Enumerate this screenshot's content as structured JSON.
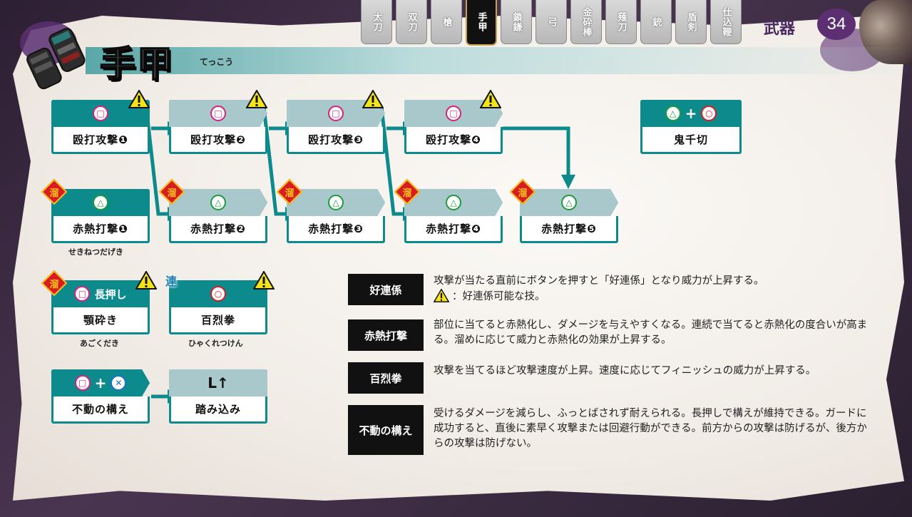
{
  "tabs": [
    {
      "label": "太刀",
      "active": false
    },
    {
      "label": "双刀",
      "active": false
    },
    {
      "label": "槍",
      "active": false
    },
    {
      "label": "手甲",
      "active": true
    },
    {
      "label": "鎖鎌",
      "active": false
    },
    {
      "label": "弓",
      "active": false
    },
    {
      "label": "金砕棒",
      "active": false
    },
    {
      "label": "薙刀",
      "active": false
    },
    {
      "label": "銃",
      "active": false
    },
    {
      "label": "盾剣",
      "active": false
    },
    {
      "label": "仕込鞭",
      "active": false
    }
  ],
  "section_label": "武器",
  "page_number": "34",
  "header": {
    "title": "手甲",
    "reading": "てっこう"
  },
  "moves": {
    "dabou1": {
      "name": "殴打攻撃❶",
      "button": "□"
    },
    "dabou2": {
      "name": "殴打攻撃❷",
      "button": "□"
    },
    "dabou3": {
      "name": "殴打攻撃❸",
      "button": "□"
    },
    "dabou4": {
      "name": "殴打攻撃❹",
      "button": "□"
    },
    "sekinetsu1": {
      "name": "赤熱打撃❶",
      "button": "△",
      "reading": "せきねつだげき"
    },
    "sekinetsu2": {
      "name": "赤熱打撃❷",
      "button": "△"
    },
    "sekinetsu3": {
      "name": "赤熱打撃❸",
      "button": "△"
    },
    "sekinetsu4": {
      "name": "赤熱打撃❹",
      "button": "△"
    },
    "sekinetsu5": {
      "name": "赤熱打撃❺",
      "button": "△"
    },
    "onisengiri": {
      "name": "鬼千切",
      "button1": "△",
      "plus": "+",
      "button2": "○"
    },
    "agokudaki": {
      "name": "顎砕き",
      "button": "□",
      "hold": "長押し",
      "reading": "あごくだき"
    },
    "hyakuretsuken": {
      "name": "百烈拳",
      "button": "○",
      "reading": "ひゃくれつけん"
    },
    "fudou": {
      "name": "不動の構え",
      "button1": "□",
      "plus": "+",
      "button2": "✕"
    },
    "fumikomi": {
      "name": "踏み込み",
      "input": "L↑"
    }
  },
  "badges": {
    "tame": "溜",
    "ren": "連"
  },
  "legend": [
    {
      "term": "好連係",
      "desc": "攻撃が当たる直前にボタンを押すと「好連係」となり威力が上昇する。",
      "note": "：好連係可能な技。"
    },
    {
      "term": "赤熱打撃",
      "desc": "部位に当てると赤熱化し、ダメージを与えやすくなる。連続で当てると赤熱化の度合いが高まる。溜めに応じて威力と赤熱化の効果が上昇する。"
    },
    {
      "term": "百烈拳",
      "desc": "攻撃を当てるほど攻撃速度が上昇。速度に応じてフィニッシュの威力が上昇する。"
    },
    {
      "term": "不動の構え",
      "desc": "受けるダメージを減らし、ふっとばされず耐えられる。長押しで構えが維持できる。ガードに成功すると、直後に素早く攻撃または回避行動ができる。前方からの攻撃は防げるが、後方からの攻撃は防げない。"
    }
  ],
  "colors": {
    "teal": "#0d8b8c",
    "light_teal": "#a8c8cc",
    "purple": "#5b2f72",
    "warning": "#f4e21a"
  }
}
